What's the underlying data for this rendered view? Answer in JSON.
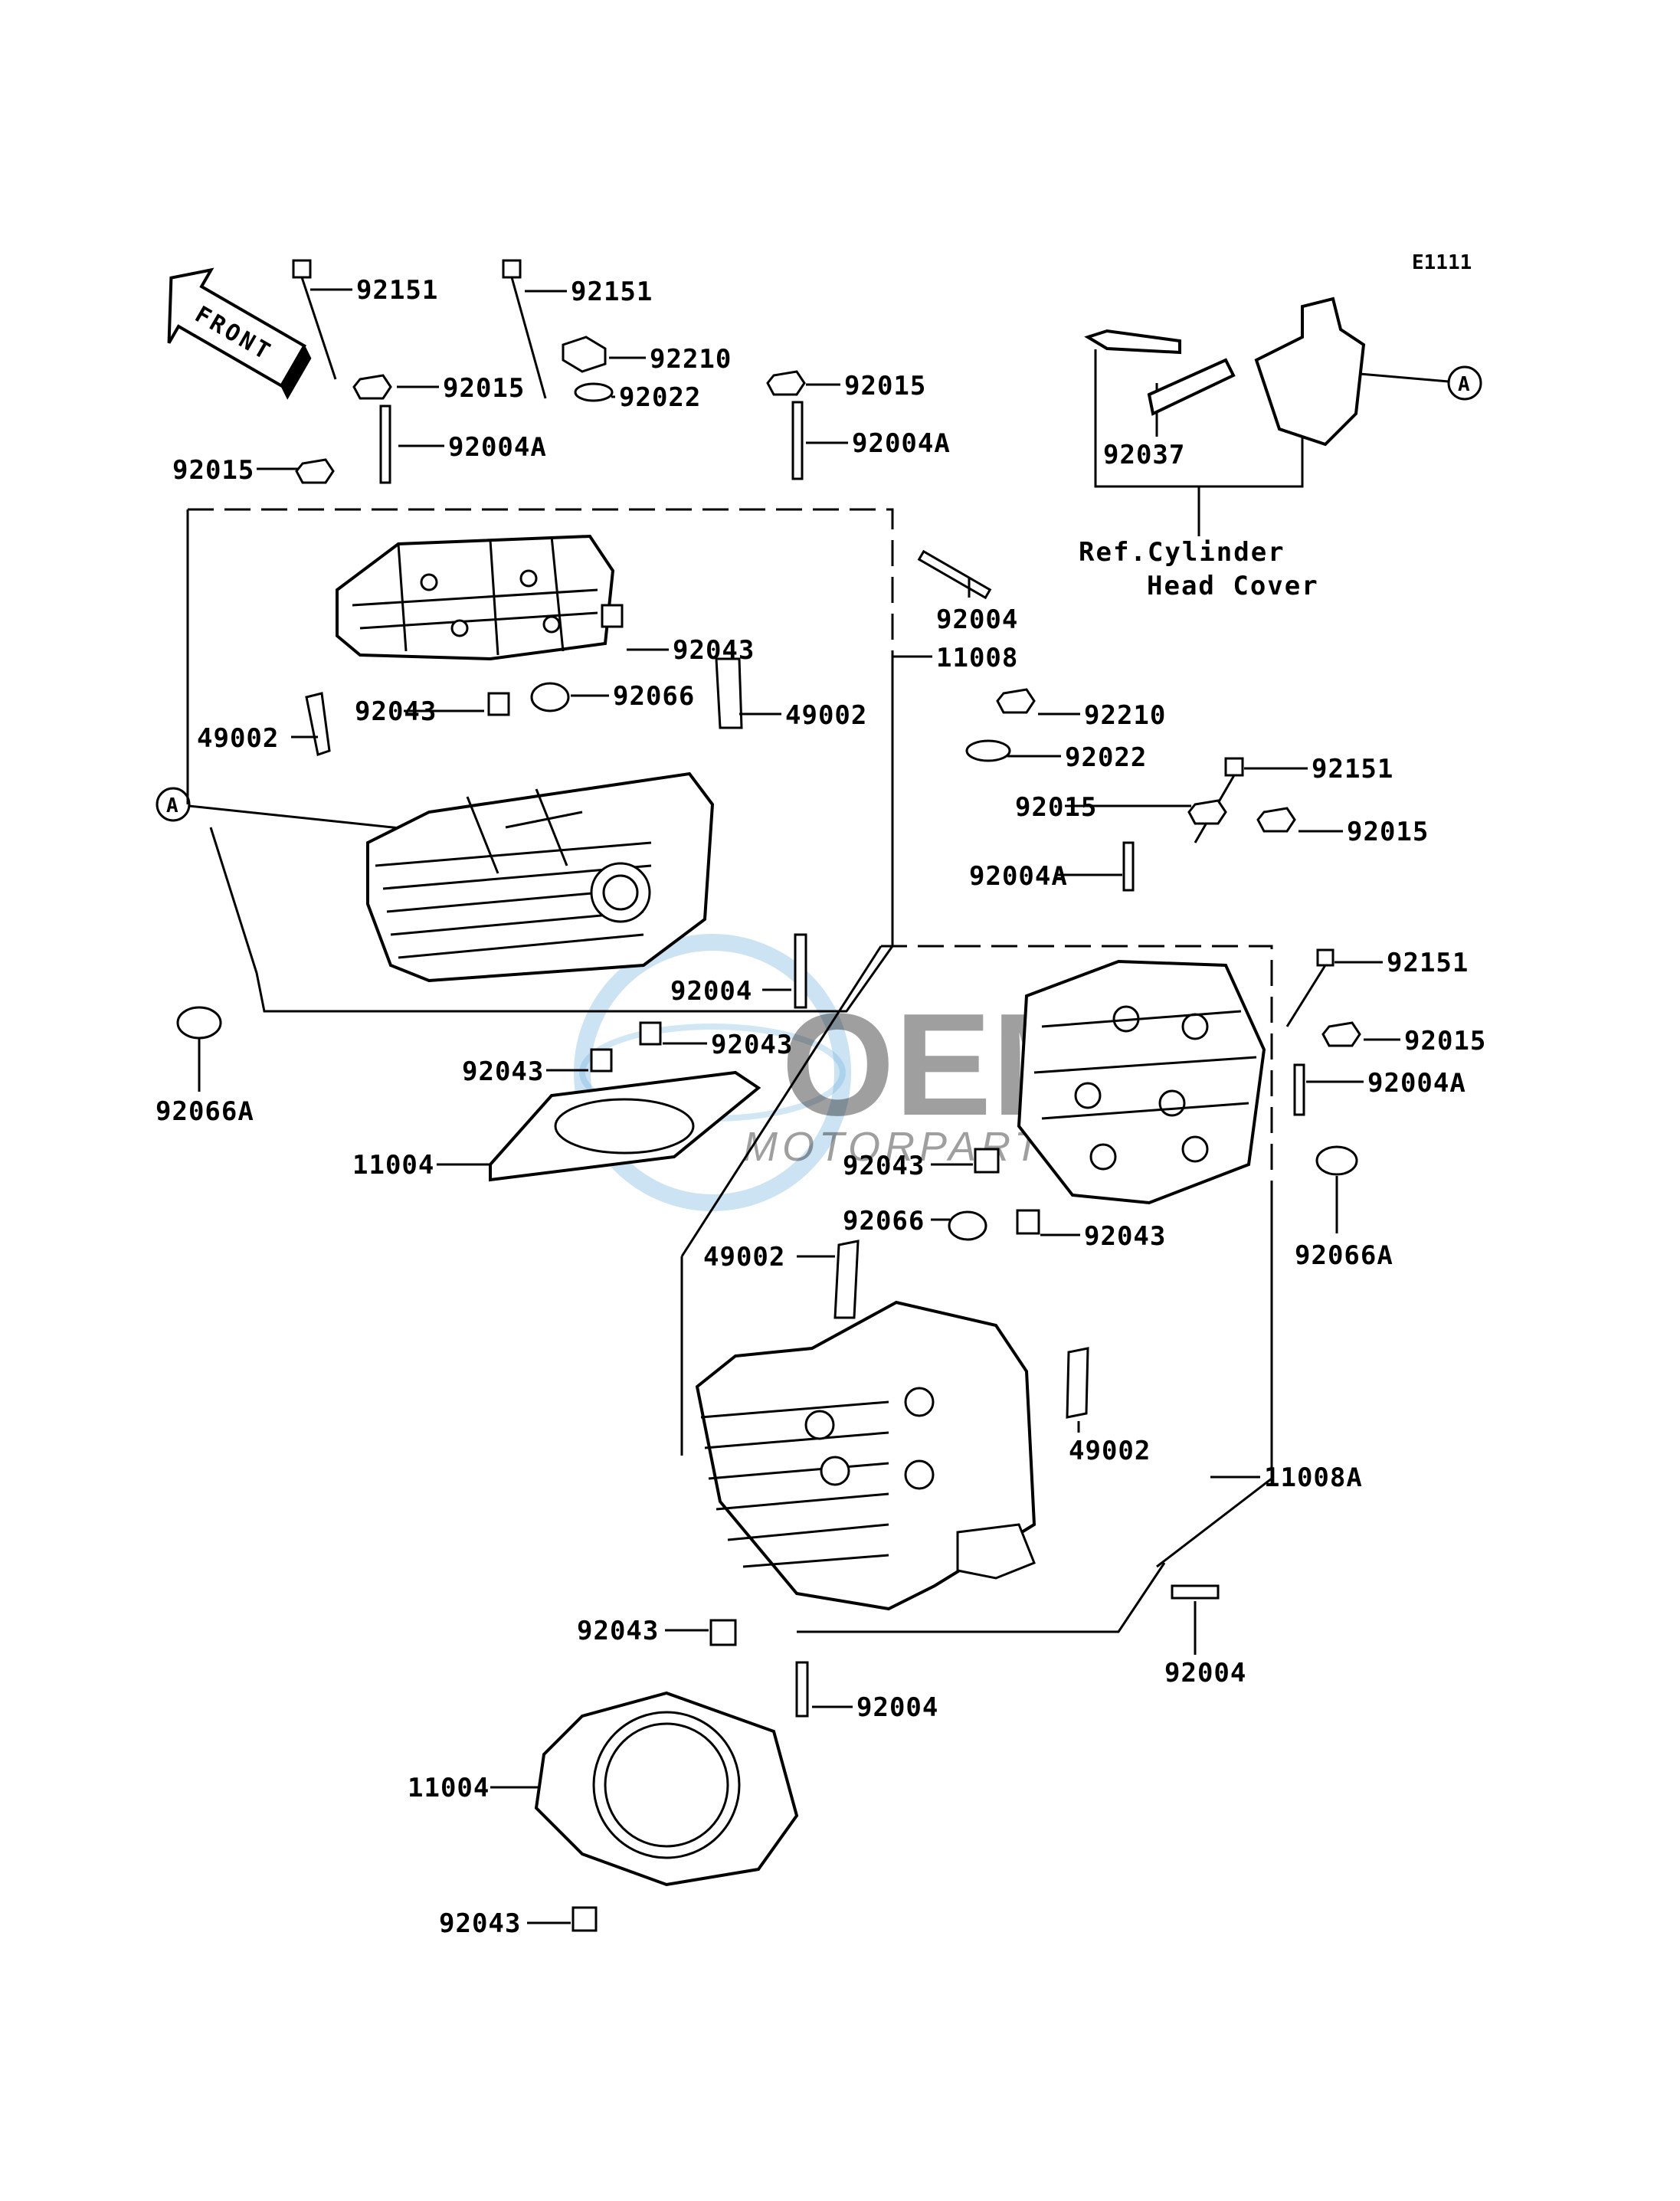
{
  "diagram_code": "E1111",
  "front_label": "FRONT",
  "callout_letter": "A",
  "reference_note": [
    "Ref.Cylinder",
    "Head Cover"
  ],
  "watermark": {
    "logo_text": "OEM",
    "sub_text": "MOTORPARTS",
    "color": "#5aa6d8"
  },
  "labels": [
    "92151",
    "92151",
    "92210",
    "92015",
    "92022",
    "92015",
    "92004A",
    "92004A",
    "92015",
    "92004",
    "11008",
    "92043",
    "92066",
    "49002",
    "92043",
    "49002",
    "92004",
    "92043",
    "92043",
    "92066A",
    "11004",
    "92037",
    "92210",
    "92022",
    "92151",
    "92015",
    "92015",
    "92004A",
    "92151",
    "92015",
    "92004A",
    "92043",
    "92066",
    "92043",
    "92066A",
    "49002",
    "49002",
    "11008A",
    "92043",
    "92004",
    "92004",
    "11004",
    "92043"
  ]
}
